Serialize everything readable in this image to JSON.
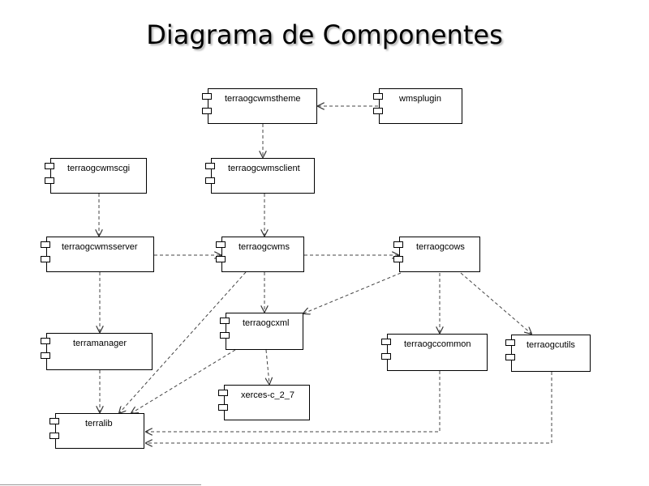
{
  "title": "Diagrama de Componentes",
  "components": [
    {
      "id": "terraogcwmstheme",
      "label": "terraogcwmstheme"
    },
    {
      "id": "wmsplugin",
      "label": "wmsplugin"
    },
    {
      "id": "terraogcwmsclient",
      "label": "terraogcwmsclient"
    },
    {
      "id": "terraogcwmscgi",
      "label": "terraogcwmscgi"
    },
    {
      "id": "terraogcwmsserver",
      "label": "terraogcwmsserver"
    },
    {
      "id": "terraogcwms",
      "label": "terraogcwms"
    },
    {
      "id": "terraogcows",
      "label": "terraogcows"
    },
    {
      "id": "terraogcxml",
      "label": "terraogcxml"
    },
    {
      "id": "terramanager",
      "label": "terramanager"
    },
    {
      "id": "terraogccommon",
      "label": "terraogccommon"
    },
    {
      "id": "terraogcutils",
      "label": "terraogcutils"
    },
    {
      "id": "xerces-c_2_7",
      "label": "xerces-c_2_7"
    },
    {
      "id": "terralib",
      "label": "terralib"
    }
  ],
  "dependencies": [
    {
      "from": "wmsplugin",
      "to": "terraogcwmstheme"
    },
    {
      "from": "terraogcwmstheme",
      "to": "terraogcwmsclient"
    },
    {
      "from": "terraogcwmsclient",
      "to": "terraogcwms"
    },
    {
      "from": "terraogcwmscgi",
      "to": "terraogcwmsserver"
    },
    {
      "from": "terraogcwmsserver",
      "to": "terraogcwms"
    },
    {
      "from": "terraogcwms",
      "to": "terraogcows"
    },
    {
      "from": "terraogcwms",
      "to": "terraogcxml"
    },
    {
      "from": "terraogcwms",
      "to": "terralib"
    },
    {
      "from": "terraogcows",
      "to": "terraogcxml"
    },
    {
      "from": "terraogcows",
      "to": "terraogccommon"
    },
    {
      "from": "terraogcows",
      "to": "terraogcutils"
    },
    {
      "from": "terraogcwmsserver",
      "to": "terramanager"
    },
    {
      "from": "terramanager",
      "to": "terralib"
    },
    {
      "from": "terraogcxml",
      "to": "terralib"
    },
    {
      "from": "terraogcxml",
      "to": "xerces-c_2_7"
    },
    {
      "from": "terraogccommon",
      "to": "terralib"
    },
    {
      "from": "terraogcutils",
      "to": "terralib"
    }
  ]
}
